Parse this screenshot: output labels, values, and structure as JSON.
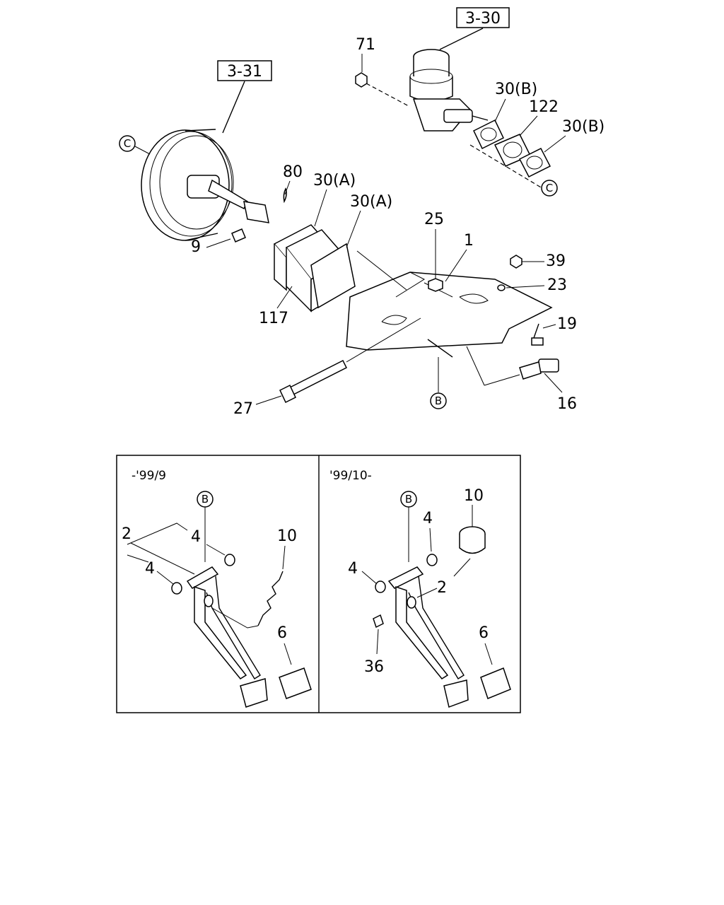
{
  "refs": {
    "master_cylinder": "3-30",
    "brake_booster": "3-31"
  },
  "callouts": {
    "c_left": "C",
    "c_right": "C",
    "b_main": "B",
    "b_inset_left": "B",
    "b_inset_right": "B"
  },
  "parts": {
    "p71": "71",
    "p30b_top": "30(B)",
    "p122": "122",
    "p30b_right": "30(B)",
    "p80": "80",
    "p30a_1": "30(A)",
    "p30a_2": "30(A)",
    "p9": "9",
    "p117": "117",
    "p25": "25",
    "p1": "1",
    "p39": "39",
    "p23": "23",
    "p19": "19",
    "p27": "27",
    "p16": "16"
  },
  "inset_left": {
    "period": "-'99/9",
    "p2": "2",
    "p4a": "4",
    "p4b": "4",
    "p10": "10",
    "p6": "6"
  },
  "inset_right": {
    "period": "'99/10-",
    "p10": "10",
    "p4a": "4",
    "p4b": "4",
    "p2": "2",
    "p6": "6",
    "p36": "36"
  }
}
